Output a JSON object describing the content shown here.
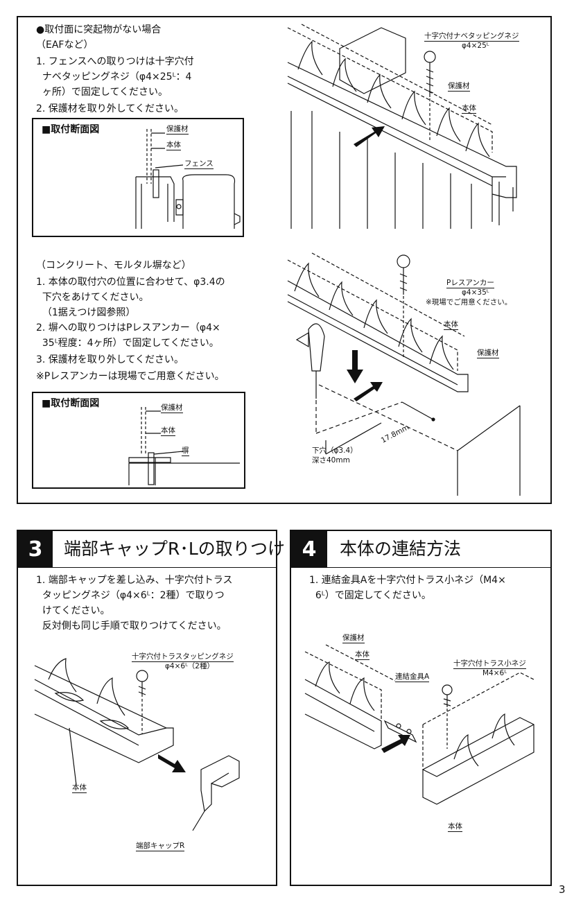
{
  "top": {
    "case1": {
      "title": "●取付面に突起物がない場合",
      "sub": "（EAFなど）",
      "steps": [
        "1. フェンスへの取りつけは十字穴付",
        "  ナベタッピングネジ（φ4×25ᴸ：4",
        "  ヶ所）で固定してください。",
        "2. 保護材を取り外してください。"
      ],
      "section": {
        "title": "■取付断面図",
        "labels": [
          "保護材",
          "本体",
          "フェンス"
        ]
      },
      "diagram_labels": [
        "十字穴付ナベタッピングネジ",
        "φ4×25ᴸ",
        "保護材",
        "本体"
      ]
    },
    "case2": {
      "sub": "（コンクリート、モルタル塀など）",
      "steps": [
        "1. 本体の取付穴の位置に合わせて、φ3.4の",
        "  下穴をあけてください。",
        "  （1据えつけ図参照）",
        "2. 塀への取りつけはPレスアンカー（φ4×",
        "  35ᴸ程度：4ヶ所）で固定してください。",
        "3. 保護材を取り外してください。",
        "※Pレスアンカーは現場でご用意ください。"
      ],
      "section": {
        "title": "■取付断面図",
        "labels": [
          "保護材",
          "本体",
          "塀"
        ]
      },
      "diagram_labels": [
        "Pレスアンカー",
        "φ4×35ᴸ",
        "※現場でご用意ください。",
        "本体",
        "保護材",
        "下穴（φ3.4）",
        "深さ40mm",
        "17.8mm"
      ]
    }
  },
  "section3": {
    "number": "3",
    "title": "端部キャップR･Lの取りつけ",
    "steps": [
      "1. 端部キャップを差し込み、十字穴付トラス",
      "  タッピングネジ（φ4×6ᴸ：2種）で取りつ",
      "  けてください。",
      "  反対側も同じ手順で取りつけてください。"
    ],
    "labels": [
      "十字穴付トラスタッピングネジ",
      "φ4×6ᴸ（2種）",
      "本体",
      "端部キャップR"
    ]
  },
  "section4": {
    "number": "4",
    "title": "本体の連結方法",
    "steps": [
      "1. 連結金具Aを十字穴付トラス小ネジ（M4×",
      "  6ᴸ）で固定してください。"
    ],
    "labels": [
      "保護材",
      "本体",
      "連結金具A",
      "十字穴付トラス小ネジ",
      "M4×6ᴸ",
      "本体"
    ]
  },
  "page_number": "3"
}
